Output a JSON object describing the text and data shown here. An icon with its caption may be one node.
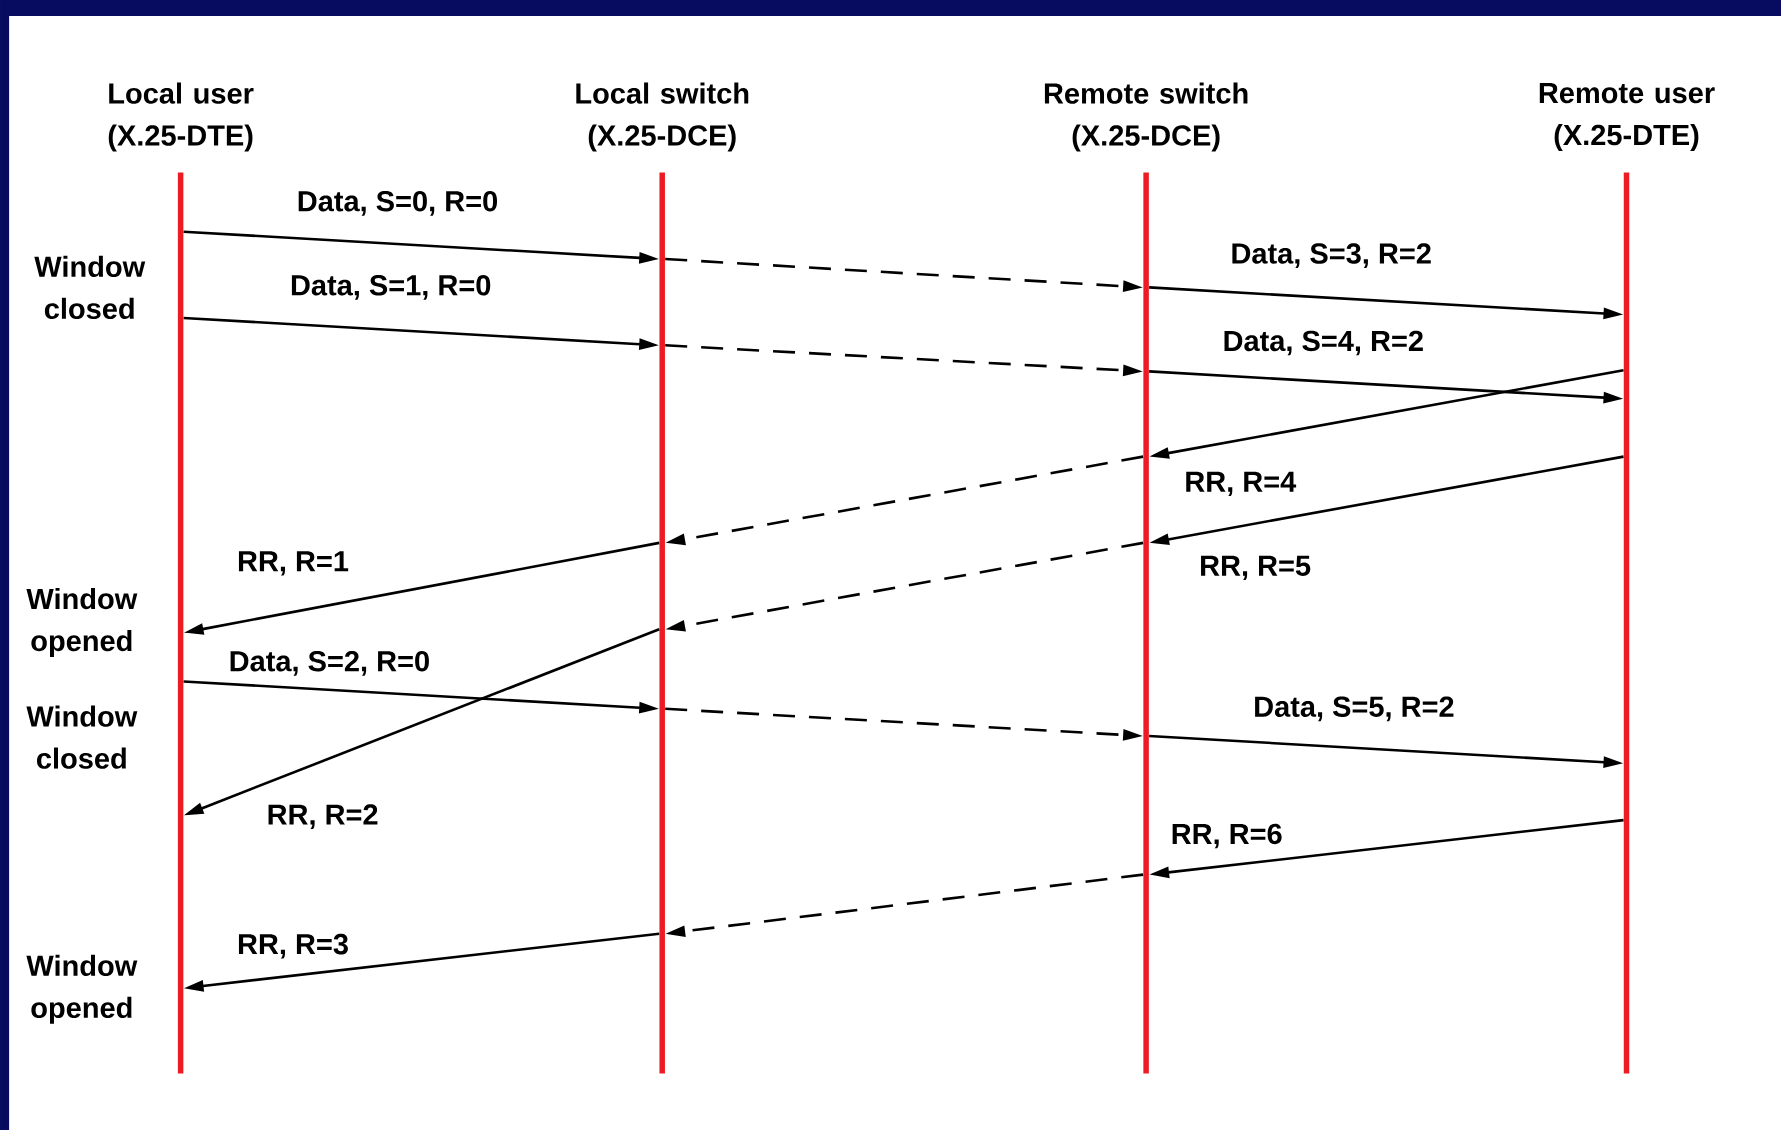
{
  "diagram": {
    "nodes": [
      {
        "text": [
          "Local user (X.25-DTE)"
        ]
      },
      {
        "text": [
          "Local switch (X.25-DCE)"
        ]
      },
      {
        "text": [
          "Remote switch (X.25-DCE)"
        ]
      },
      {
        "text": [
          "Remote user (X.25-DTE)"
        ]
      }
    ],
    "edges": [
      {
        "from": 0,
        "to": 1,
        "arrow": "to",
        "label": "Data, S=0, R=0"
      },
      {
        "from": 1,
        "to": 2,
        "arrow": "to",
        "style": "dashed"
      },
      {
        "from": 2,
        "to": 3,
        "arrow": "to",
        "label": "Data, S=3, R=2"
      },
      {
        "from": 0,
        "to": 1,
        "arrow": "to",
        "label": "Data, S=1, R=0"
      },
      {
        "from": 1,
        "to": 2,
        "arrow": "to",
        "style": "dashed"
      },
      {
        "from": 2,
        "to": 3,
        "arrow": "to",
        "label": "Data, S=4, R=2"
      },
      {
        "from": 3,
        "to": 2,
        "arrow": "to",
        "label": "RR, R=4"
      },
      {
        "from": 2,
        "to": 1,
        "arrow": "to",
        "style": "dashed"
      },
      {
        "from": 1,
        "to": 0,
        "arrow": "to",
        "label": "RR, R=1"
      },
      {
        "from": 3,
        "to": 2,
        "arrow": "to",
        "label": "RR, R=5"
      },
      {
        "from": 2,
        "to": 1,
        "arrow": "to",
        "style": "dashed"
      },
      {
        "from": 1,
        "to": 0,
        "arrow": "to",
        "label": "RR, R=2"
      },
      {
        "from": 0,
        "to": 1,
        "arrow": "to",
        "label": "Data, S=2, R=0"
      },
      {
        "from": 1,
        "to": 2,
        "arrow": "to",
        "style": "dashed"
      },
      {
        "from": 2,
        "to": 3,
        "arrow": "to",
        "label": "Data, S=5, R=2"
      },
      {
        "from": 3,
        "to": 2,
        "arrow": "to",
        "label": "RR, R=6"
      },
      {
        "from": 2,
        "to": 1,
        "arrow": "to",
        "style": "dashed"
      },
      {
        "from": 1,
        "to": 0,
        "arrow": "to",
        "label": "RR, R=3"
      }
    ],
    "labels": [
      "Window closed",
      "Window opened",
      "Window closed",
      "Window opened"
    ]
  }
}
